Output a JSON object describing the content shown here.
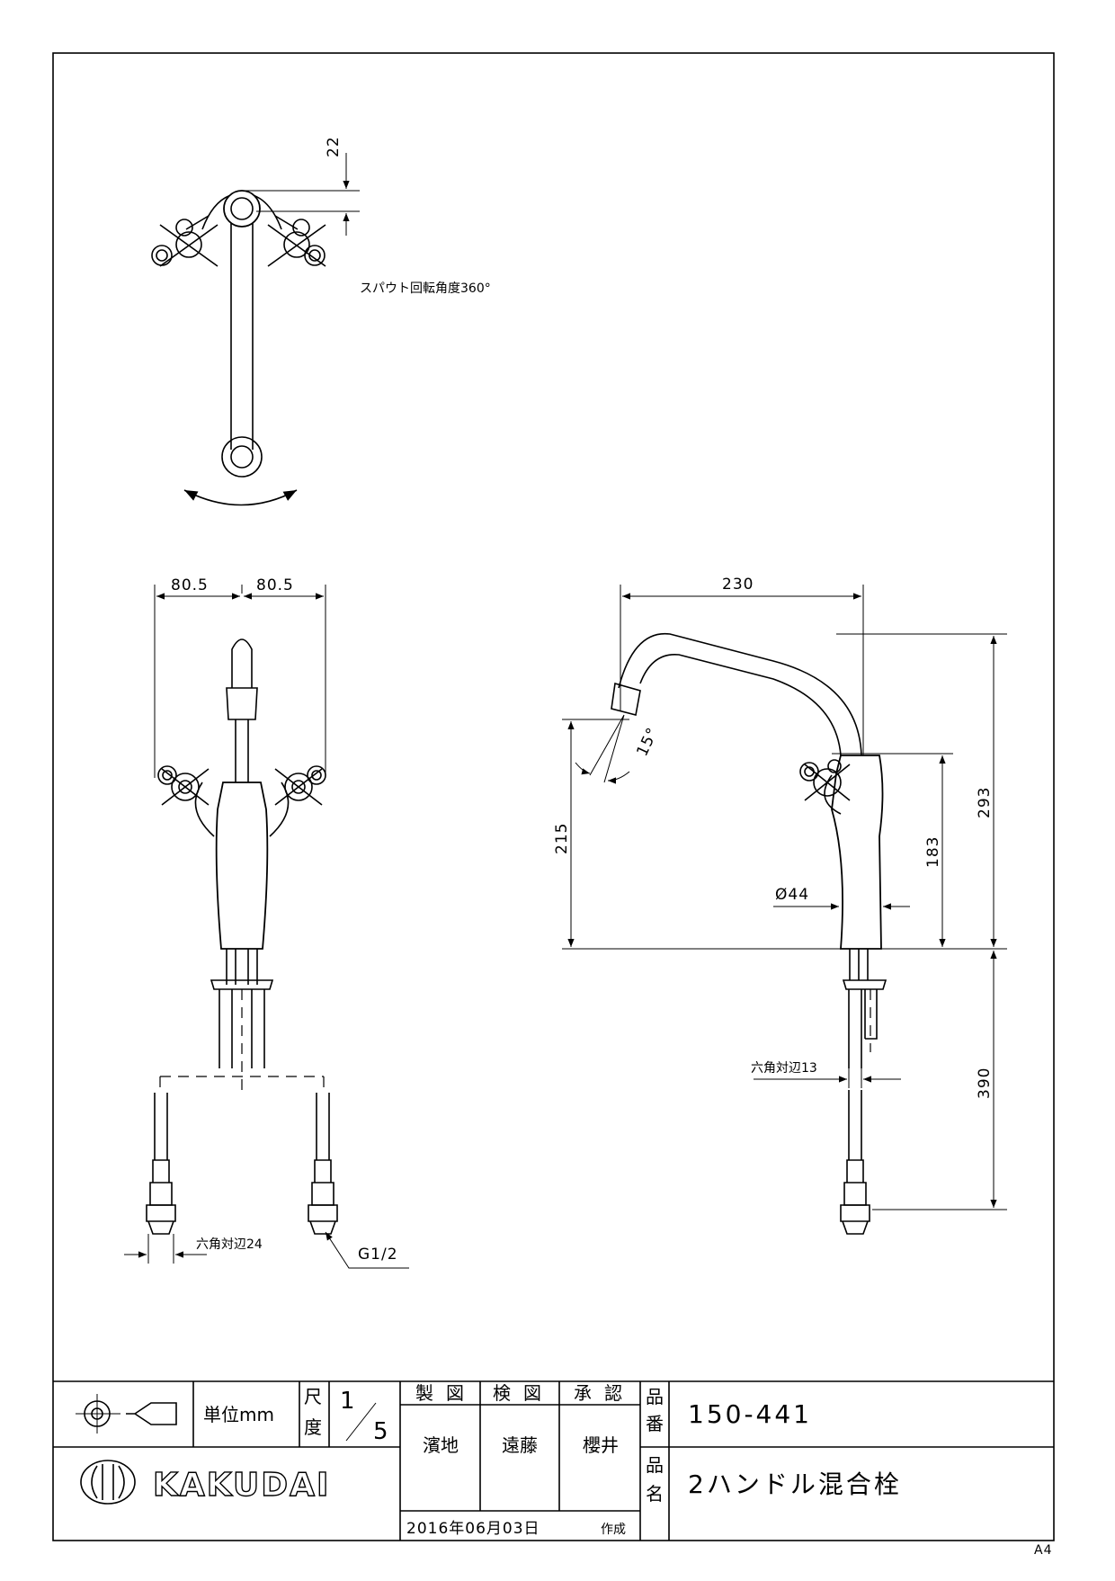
{
  "drawing": {
    "top_view": {
      "dim_offset": "22",
      "note_rotation": "スパウト回転角度360°"
    },
    "front_view": {
      "dim_left": "80.5",
      "dim_right": "80.5",
      "note_hex24": "六角対辺24",
      "note_thread": "G1/2"
    },
    "side_view": {
      "dim_reach": "230",
      "dim_total_height": "293",
      "dim_spout_height": "215",
      "dim_handle_height": "183",
      "dim_angle": "15°",
      "dim_diameter": "Ø44",
      "dim_hose_length": "390",
      "note_hex13": "六角対辺13"
    }
  },
  "title_block": {
    "unit_label": "単位mm",
    "scale_label_1": "尺",
    "scale_label_2": "度",
    "scale_num": "1",
    "scale_den": "5",
    "drawn_label": "製図",
    "checked_label": "検図",
    "approved_label": "承認",
    "drawn_by": "濱地",
    "checked_by": "遠藤",
    "approved_by": "櫻井",
    "part_no_label_1": "品",
    "part_no_label_2": "番",
    "part_no": "150-441",
    "part_name_label_1": "品",
    "part_name_label_2": "名",
    "part_name": "2ハンドル混合栓",
    "brand": "KAKUDAI",
    "date_text": "2016年06月03日",
    "created_label": "作成"
  },
  "sheet_size": "A4"
}
